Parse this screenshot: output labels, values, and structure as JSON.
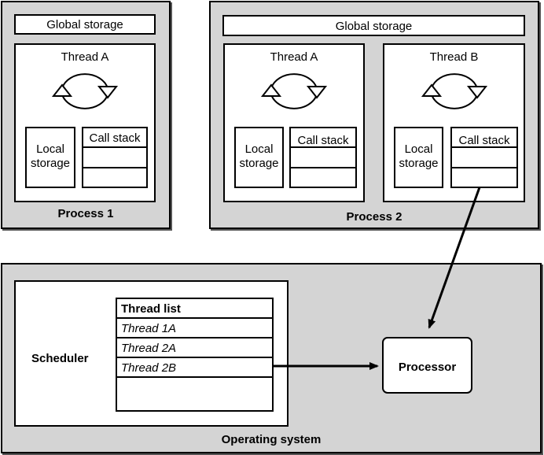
{
  "process1": {
    "global_storage": "Global storage",
    "thread_a": {
      "title": "Thread A",
      "local_storage": "Local\nstorage",
      "call_stack": "Call stack"
    },
    "label": "Process 1"
  },
  "process2": {
    "global_storage": "Global storage",
    "thread_a": {
      "title": "Thread A",
      "local_storage": "Local\nstorage",
      "call_stack": "Call stack"
    },
    "thread_b": {
      "title": "Thread B",
      "local_storage": "Local\nstorage",
      "call_stack": "Call stack"
    },
    "label": "Process 2"
  },
  "os": {
    "label": "Operating system",
    "scheduler": "Scheduler",
    "thread_list": {
      "header": "Thread list",
      "items": [
        "Thread 1A",
        "Thread 2A",
        "Thread 2B"
      ]
    },
    "processor": "Processor"
  },
  "icons": {
    "cycle": "cycle-arrows-icon"
  }
}
